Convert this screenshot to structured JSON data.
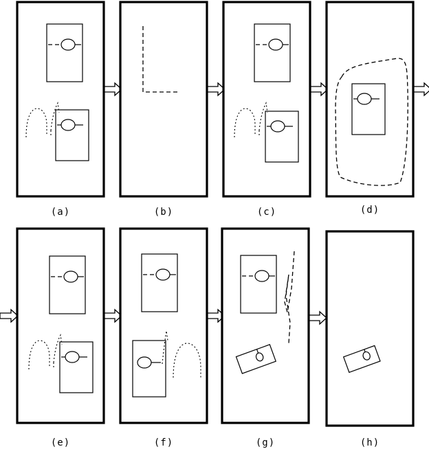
{
  "figure": {
    "panels": [
      {
        "id": "a",
        "label": "(a)"
      },
      {
        "id": "b",
        "label": "(b)"
      },
      {
        "id": "c",
        "label": "(c)"
      },
      {
        "id": "d",
        "label": "(d)"
      },
      {
        "id": "e",
        "label": "(e)"
      },
      {
        "id": "f",
        "label": "(f)"
      },
      {
        "id": "g",
        "label": "(g)"
      },
      {
        "id": "h",
        "label": "(h)"
      }
    ],
    "colors": {
      "ink": "#000000",
      "paper": "#ffffff"
    }
  }
}
